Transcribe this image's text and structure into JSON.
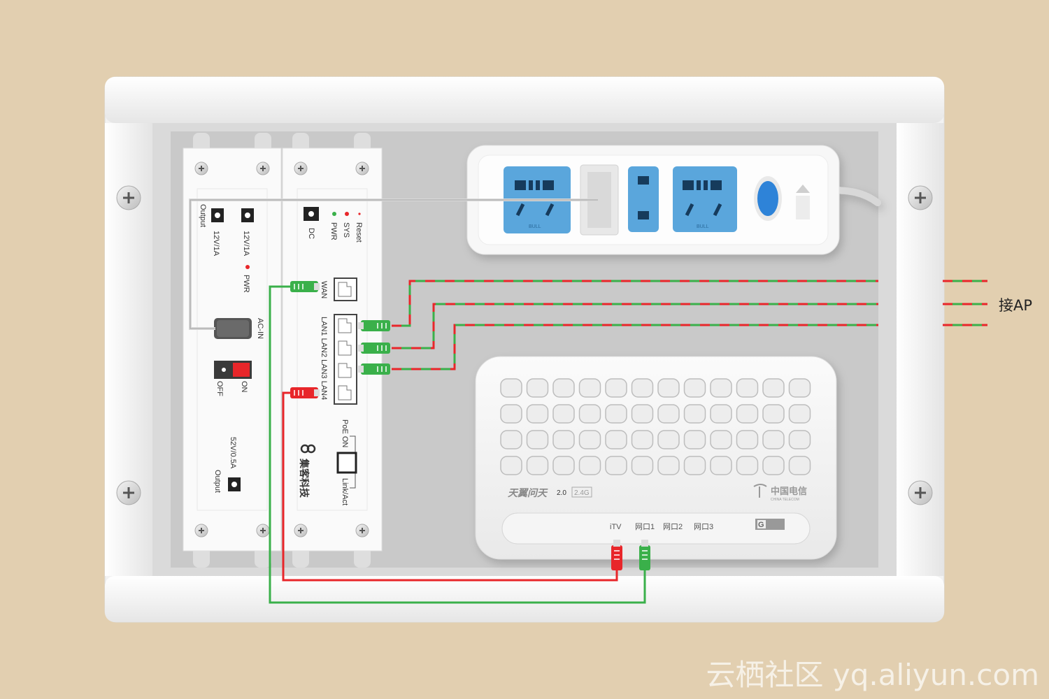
{
  "power_module": {
    "output_1": "Output",
    "rating_1": "12V/1A",
    "rating_2": "12V/1A",
    "pwr": "PWR",
    "ac_in": "AC-IN",
    "on": "ON",
    "off": "OFF",
    "rating_poe": "52V/0.5A",
    "output_2": "Output"
  },
  "switch_module": {
    "dc": "DC",
    "pwr": "PWR",
    "sys": "SYS",
    "reset": "Reset",
    "wan": "WAN",
    "lan_ports": "LAN1 LAN2 LAN3 LAN4",
    "poe_on": "PoE ON",
    "link_act": "Link/Act",
    "brand": "集客科技"
  },
  "power_strip": {
    "socket_mark": "BULL"
  },
  "modem": {
    "brand_left": "天翼问天",
    "version": "2.0",
    "band": "2.4G",
    "brand_right": "中国电信",
    "brand_right_en": "CHINA TELECOM",
    "ports": [
      "iTV",
      "网口1",
      "网口2",
      "网口3"
    ],
    "badge": "G"
  },
  "ap_label": "接AP",
  "watermark": "云栖社区 yq.aliyun.com",
  "colors": {
    "background": "#e2cfb0",
    "green_cable": "#3ab04a",
    "red_cable": "#e8262a",
    "socket_blue": "#5aa6dc",
    "button_blue": "#2d83d8"
  }
}
